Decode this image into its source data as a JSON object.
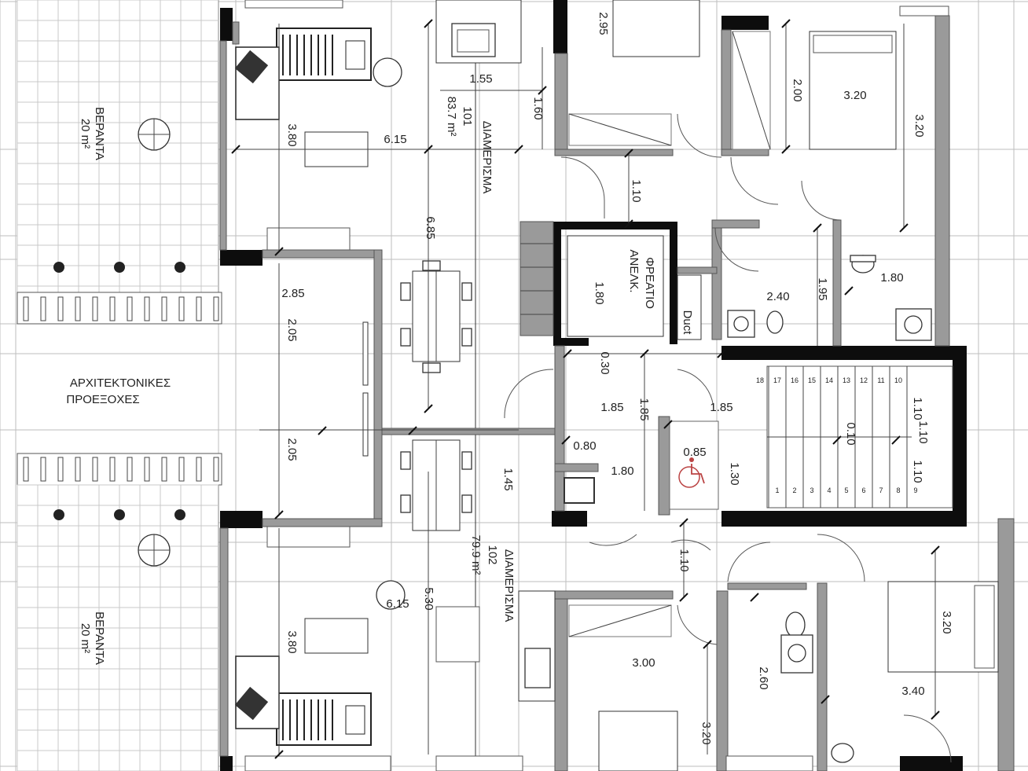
{
  "labels": {
    "balcony_top_name": "ΒΕΡΑΝΤΑ",
    "balcony_top_area": "20 m²",
    "balcony_bottom_name": "ΒΕΡΑΝΤΑ",
    "balcony_bottom_area": "20 m²",
    "projections_line1": "ΑΡΧΙΤΕΚΤΟΝΙΚΕΣ",
    "projections_line2": "ΠΡΟΕΞΟΧΕΣ",
    "apt101_name": "ΔΙΑΜΕΡΙΣΜΑ",
    "apt101_number": "101",
    "apt101_area": "83.7 m²",
    "apt102_name": "ΔΙΑΜΕΡΙΣΜΑ",
    "apt102_number": "102",
    "apt102_area": "79.9 m²",
    "shaft_line1": "ΦΡΕΑΤΙΟ",
    "shaft_line2": "ΑΝΕΛΚ.",
    "duct": "Duct"
  },
  "dimensions": {
    "d_295": "2.95",
    "d_155": "1.55",
    "d_160": "1.60",
    "d_200": "2.00",
    "d_320a": "3.20",
    "d_320b": "3.20",
    "d_380a": "3.80",
    "d_615a": "6.15",
    "d_110a": "1.10",
    "d_685": "6.85",
    "d_180a": "1.80",
    "d_240": "2.40",
    "d_195": "1.95",
    "d_180b": "1.80",
    "d_285": "2.85",
    "d_205a": "2.05",
    "d_030": "0.30",
    "d_185a": "1.85",
    "d_185b": "1.85",
    "d_185c": "1.85",
    "d_110b": "1.10",
    "d_110c": "1.10",
    "d_010": "0.10",
    "d_080": "0.80",
    "d_085": "0.85",
    "d_180c": "1.80",
    "d_110d": "1.10",
    "d_130": "1.30",
    "d_205b": "2.05",
    "d_145": "1.45",
    "d_110e": "1.10",
    "d_615b": "6.15",
    "d_530": "5.30",
    "d_320c": "3.20",
    "d_380b": "3.80",
    "d_300": "3.00",
    "d_260": "2.60",
    "d_340": "3.40",
    "d_320d": "3.20"
  },
  "stair_steps_top": [
    "18",
    "17",
    "16",
    "15",
    "14",
    "13",
    "12",
    "11",
    "10"
  ],
  "stair_steps_bottom": [
    "1",
    "2",
    "3",
    "4",
    "5",
    "6",
    "7",
    "8",
    "9"
  ],
  "icons": [
    "wheelchair-icon",
    "toilet-icon",
    "sink-icon",
    "bed-icon",
    "dining-table-icon",
    "plant-icon"
  ]
}
